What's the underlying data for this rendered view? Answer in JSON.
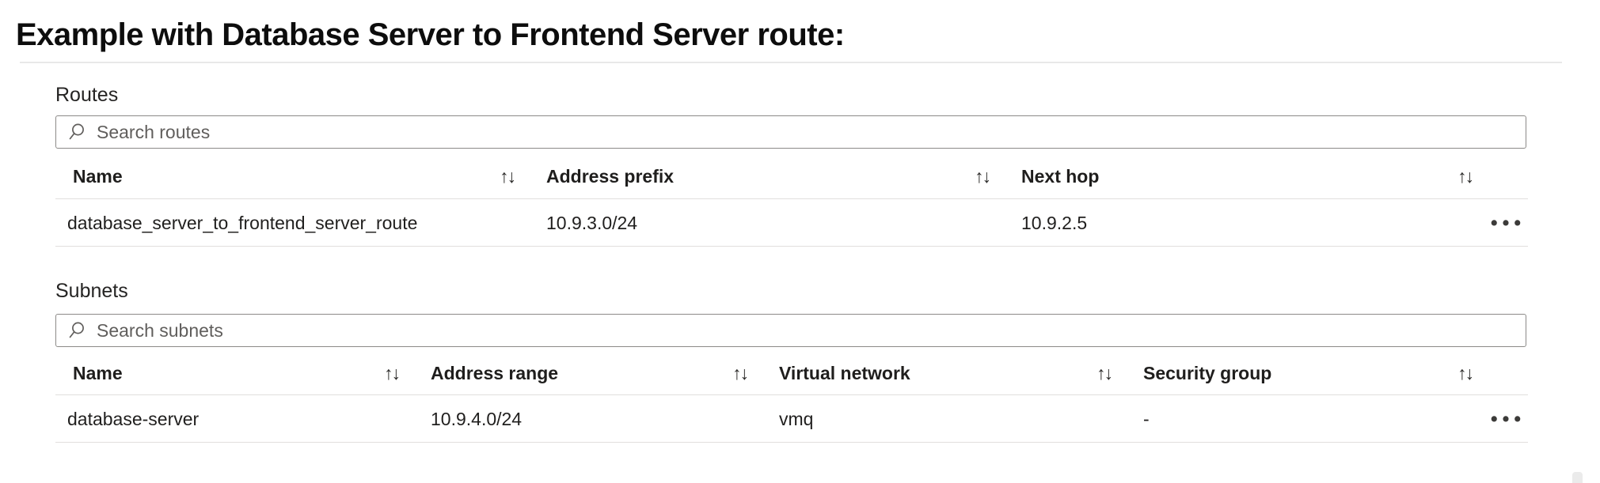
{
  "page": {
    "title": "Example with Database Server to Frontend Server route:"
  },
  "icons": {
    "sort": "↑↓",
    "ellipsis": "•••"
  },
  "routes": {
    "label": "Routes",
    "search_placeholder": "Search routes",
    "table": {
      "columns": [
        "Name",
        "Address prefix",
        "Next hop"
      ],
      "rows": [
        {
          "name": "database_server_to_frontend_server_route",
          "address_prefix": "10.9.3.0/24",
          "next_hop": "10.9.2.5"
        }
      ]
    }
  },
  "subnets": {
    "label": "Subnets",
    "search_placeholder": "Search subnets",
    "table": {
      "columns": [
        "Name",
        "Address range",
        "Virtual network",
        "Security group"
      ],
      "rows": [
        {
          "name": "database-server",
          "address_range": "10.9.4.0/24",
          "virtual_network": "vmq",
          "security_group": "-"
        }
      ]
    }
  },
  "colors": {
    "text": "#1b1a19",
    "row_border": "#e1dfdd",
    "title_divider": "#e8e8e8",
    "search_border": "#8c8a88",
    "placeholder": "#605e5c"
  }
}
